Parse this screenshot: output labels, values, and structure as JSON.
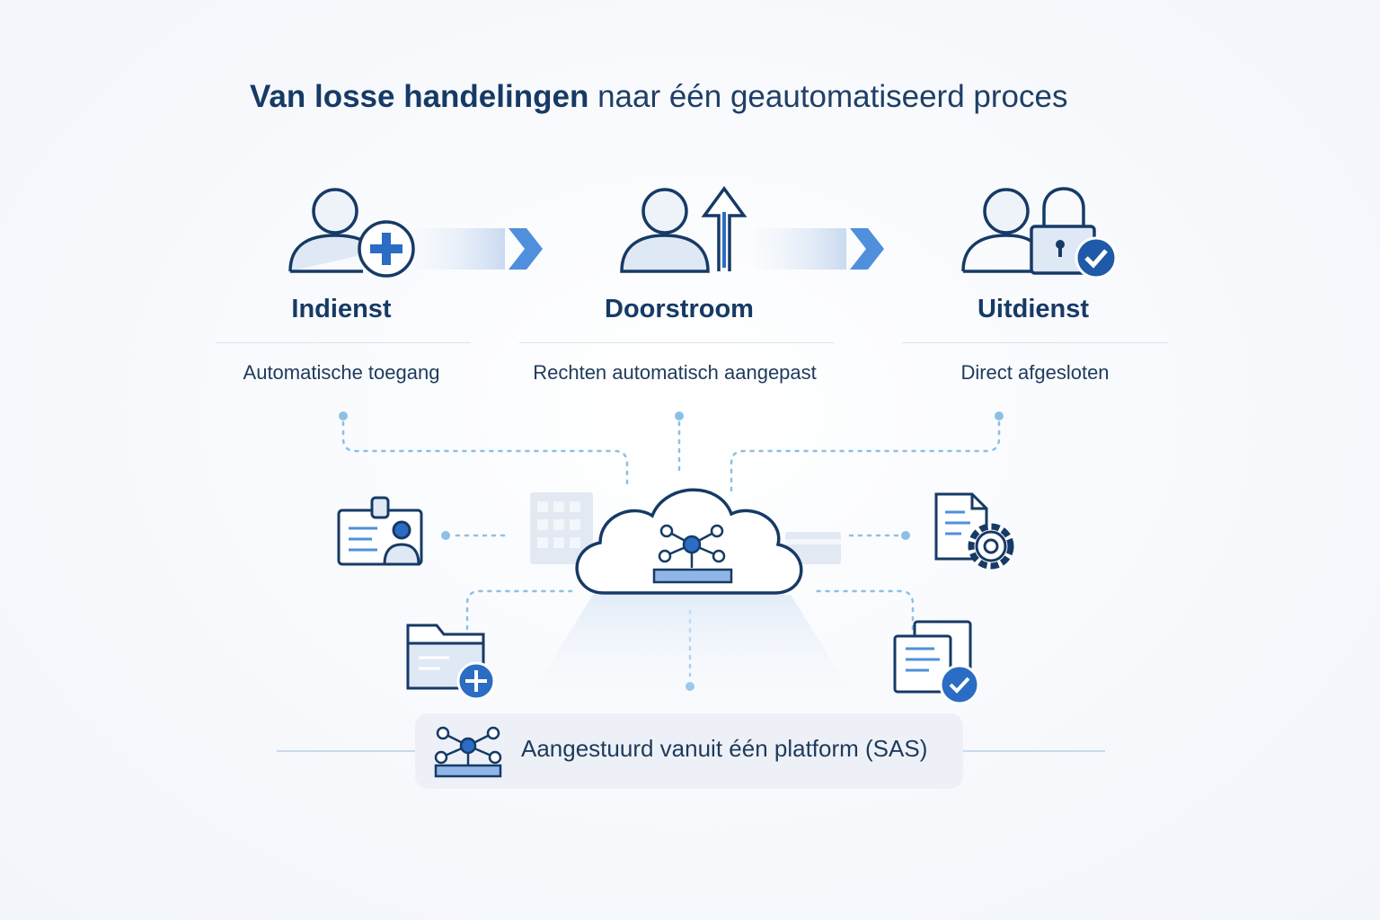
{
  "title": {
    "bold_part": "Van losse handelingen",
    "light_part": "naar één geautomatiseerd proces"
  },
  "steps": [
    {
      "title": "Indienst",
      "description": "Automatische toegang",
      "icon": "user-add-icon"
    },
    {
      "title": "Doorstroom",
      "description": "Rechten automatisch aangepast",
      "icon": "user-upgrade-icon"
    },
    {
      "title": "Uitdienst",
      "description": "Direct afgesloten",
      "icon": "user-lock-icon"
    }
  ],
  "platform": {
    "label": "Aangestuurd vanuit één platform (SAS)",
    "icon": "network-hub-icon"
  },
  "icons": {
    "center": "cloud-network-icon",
    "satellites": [
      "id-badge-icon",
      "document-settings-icon",
      "folder-add-icon",
      "document-check-icon"
    ]
  },
  "colors": {
    "navy": "#163a66",
    "accent": "#2b6cc4",
    "light_blue": "#dfe8f5",
    "dots": "#8cc0e6"
  }
}
